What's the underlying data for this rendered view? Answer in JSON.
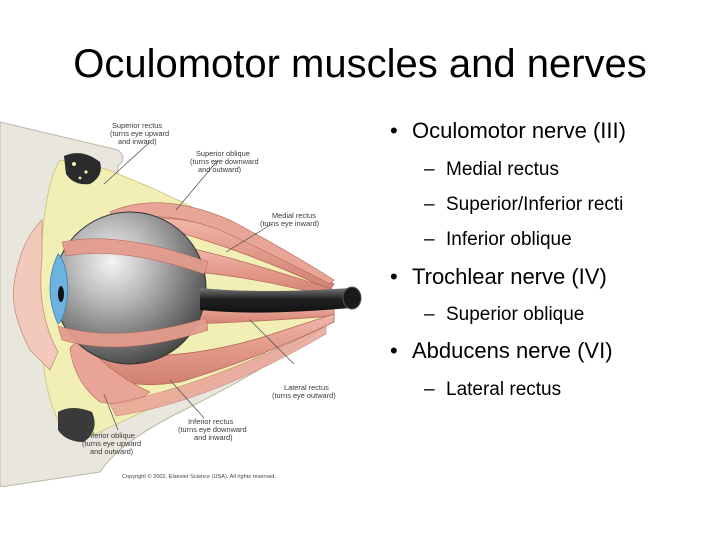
{
  "slide": {
    "title": "Oculomotor muscles and nerves",
    "bullets": [
      {
        "text": "Oculomotor nerve (III)",
        "subs": [
          "Medial rectus",
          "Superior/Inferior recti",
          "Inferior oblique"
        ]
      },
      {
        "text": "Trochlear nerve (IV)",
        "subs": [
          "Superior oblique"
        ]
      },
      {
        "text": "Abducens nerve (VI)",
        "subs": [
          "Lateral rectus"
        ]
      }
    ],
    "bullet_glyph": "•",
    "dash_glyph": "–"
  },
  "figure": {
    "labels": {
      "superior_rectus": [
        "Superior rectus",
        "(turns eye upward",
        "and inward)"
      ],
      "superior_oblique": [
        "Superior oblique",
        "(turns eye downward",
        "and outward)"
      ],
      "medial_rectus": [
        "Medial rectus",
        "(turns eye inward)"
      ],
      "lateral_rectus": [
        "Lateral rectus",
        "(turns eye outward)"
      ],
      "inferior_rectus": [
        "Inferior rectus",
        "(turns eye downward",
        "and inward)"
      ],
      "inferior_oblique": [
        "Inferior oblique",
        "(turns eye upward",
        "and outward)"
      ]
    },
    "copyright": "Copyright © 2002, Elsevier Science (USA). All rights reserved."
  },
  "colors": {
    "muscle": "#e8a597",
    "muscle_dark": "#c9766a",
    "fat": "#f2efb4",
    "bone": "#e9e7dd",
    "iris": "#6db3e0",
    "nerve": "#2a2a2a"
  }
}
